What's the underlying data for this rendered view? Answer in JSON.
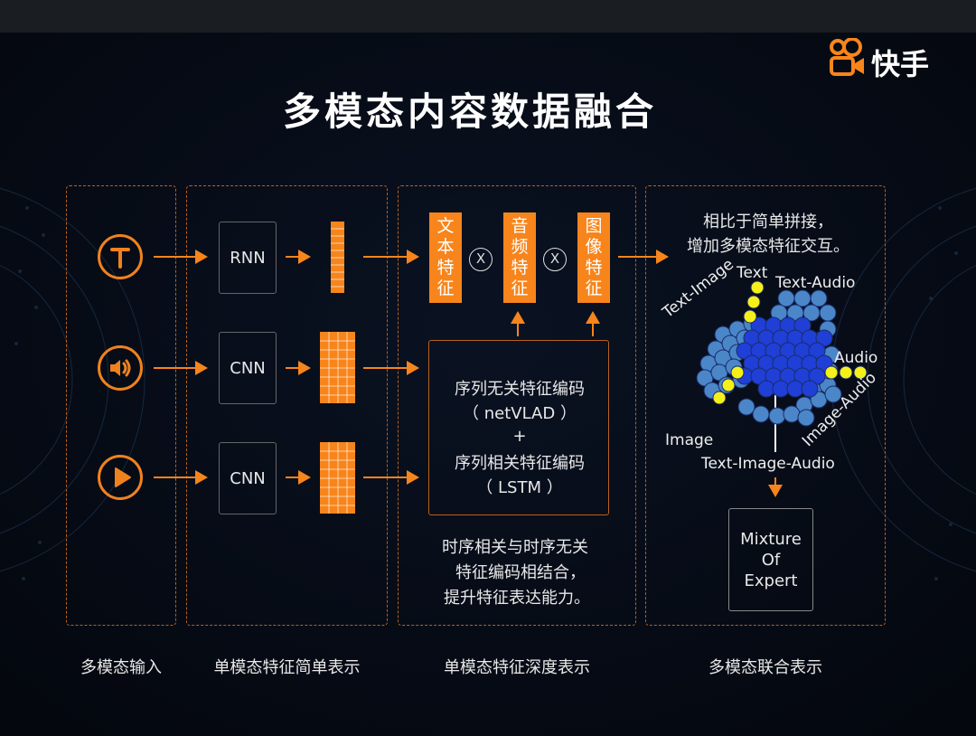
{
  "title": "多模态内容数据融合",
  "logo": {
    "text": "快手"
  },
  "captions": [
    "多模态输入",
    "单模态特征简单表示",
    "单模态特征深度表示",
    "多模态联合表示"
  ],
  "encoders": [
    "RNN",
    "CNN",
    "CNN"
  ],
  "features": [
    {
      "line1": "文本",
      "line2": "特征",
      "chars": [
        "文",
        "本",
        "特",
        "征"
      ]
    },
    {
      "chars": [
        "音",
        "频",
        "特",
        "征"
      ]
    },
    {
      "chars": [
        "图",
        "像",
        "特",
        "征"
      ]
    }
  ],
  "operator": "X",
  "seq_box": {
    "line1": "序列无关特征编码",
    "line2": "（ netVLAD ）",
    "line3": "+",
    "line4": "序列相关特征编码",
    "line5": "（ LSTM ）"
  },
  "temporal_note": {
    "line1": "时序相关与时序无关",
    "line2": "特征编码相结合，",
    "line3": "提升特征表达能力。"
  },
  "fusion_note": {
    "line1": "相比于简单拼接，",
    "line2": "增加多模态特征交互。"
  },
  "cluster_labels": {
    "text": "Text",
    "text_audio": "Text-Audio",
    "text_image": "Text-Image",
    "audio": "Audio",
    "image_audio": "Image-Audio",
    "image": "Image",
    "text_image_audio": "Text-Image-Audio"
  },
  "moe": {
    "line1": "Mixture",
    "line2": "Of",
    "line3": "Expert"
  },
  "colors": {
    "accent": "#f7851c",
    "background": "#060a14",
    "sphere_dark": "#1f3fd6",
    "sphere_light": "#4a86c8",
    "sphere_point": "#f5f01a"
  }
}
